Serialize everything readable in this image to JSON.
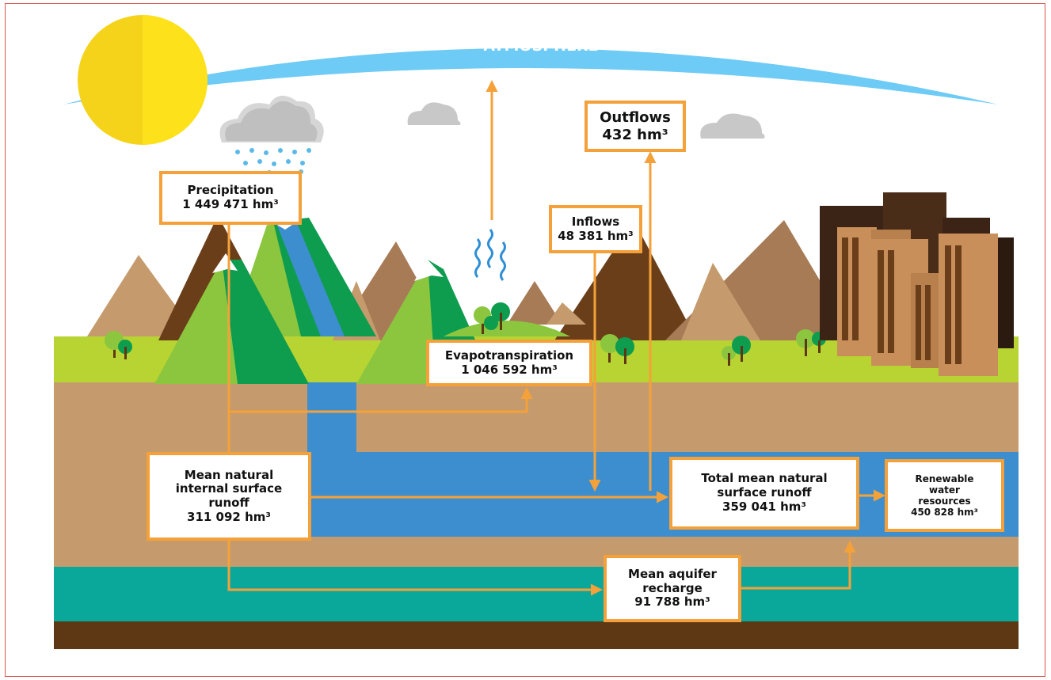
{
  "atmosphere_label": "ATMOSPHERE",
  "boxes": {
    "precipitation": {
      "name": "Precipitation",
      "value": "1 449 471 hm³"
    },
    "outflows": {
      "name": "Outflows",
      "value": "432 hm³"
    },
    "inflows": {
      "name": "Inflows",
      "value": "48 381 hm³"
    },
    "evapotranspiration": {
      "name": "Evapotranspiration",
      "value": "1 046 592 hm³"
    },
    "internal_runoff": {
      "line1": "Mean natural",
      "line2": "internal surface",
      "line3": "runoff",
      "value": "311 092 hm³"
    },
    "total_runoff": {
      "line1": "Total mean natural",
      "line2": "surface runoff",
      "value": "359 041 hm³"
    },
    "renewable": {
      "line1": "Renewable",
      "line2": "water",
      "line3": "resources",
      "value": "450 828 hm³"
    },
    "aquifer": {
      "line1": "Mean aquifer",
      "line2": "recharge",
      "value": "91 788 hm³"
    }
  },
  "colors": {
    "arrow": "#f5a13a",
    "sky_band": "#6ecbf5",
    "sun": "#fde11a",
    "grass": "#b8d432",
    "soil": "#c59b6d",
    "water": "#3d8ecf",
    "aquifer": "#0aa79b",
    "bedrock": "#5e3814"
  }
}
